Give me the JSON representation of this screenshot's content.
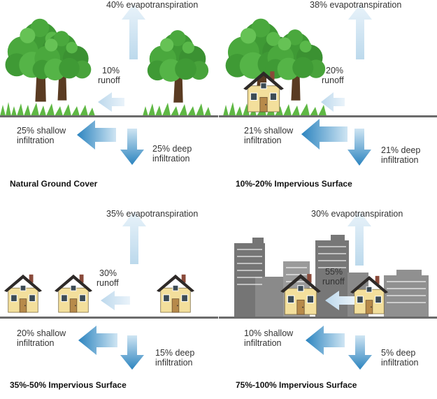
{
  "panels": [
    {
      "title": "Natural Ground Cover",
      "evapotranspiration": "40% evapotranspiration",
      "runoff_pct": "10%",
      "runoff_word": "runoff",
      "shallow_pct": "25% shallow",
      "shallow_word": "infiltration",
      "deep_pct": "25% deep",
      "deep_word": "infiltration"
    },
    {
      "title": "10%-20% Impervious Surface",
      "evapotranspiration": "38% evapotranspiration",
      "runoff_pct": "20%",
      "runoff_word": "runoff",
      "shallow_pct": "21% shallow",
      "shallow_word": "infiltration",
      "deep_pct": "21% deep",
      "deep_word": "infiltration"
    },
    {
      "title": "35%-50% Impervious Surface",
      "evapotranspiration": "35% evapotranspiration",
      "runoff_pct": "30%",
      "runoff_word": "runoff",
      "shallow_pct": "20% shallow",
      "shallow_word": "infiltration",
      "deep_pct": "15% deep",
      "deep_word": "infiltration"
    },
    {
      "title": "75%-100% Impervious Surface",
      "evapotranspiration": "30% evapotranspiration",
      "runoff_pct": "55%",
      "runoff_word": "runoff",
      "shallow_pct": "10% shallow",
      "shallow_word": "infiltration",
      "deep_pct": "5% deep",
      "deep_word": "infiltration"
    }
  ],
  "colors": {
    "arrow_dark": "#2f86bf",
    "arrow_light": "#cfe4f2",
    "ground": "#6b6b6b",
    "tree_leaf": "#3f9a35",
    "house_wall": "#f3df9c",
    "roof": "#2e2a28",
    "building": "#6e6e6e"
  }
}
